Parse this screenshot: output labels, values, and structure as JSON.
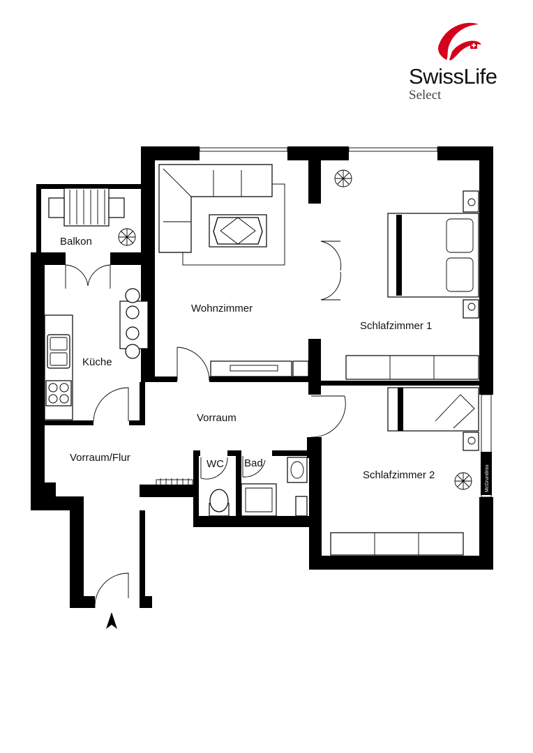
{
  "brand": {
    "name": "SwissLife",
    "sub": "Select",
    "accent_color": "#d5001c"
  },
  "rooms": {
    "balkon": "Balkon",
    "kueche": "Küche",
    "wohnzimmer": "Wohnzimmer",
    "schlafzimmer1": "Schlafzimmer 1",
    "vorraum": "Vorraum",
    "vorraum_flur": "Vorraum/Flur",
    "wc": "WC",
    "bad": "Bad",
    "schlafzimmer2": "Schlafzimmer 2"
  },
  "credit": "McGrundriss",
  "icons": {
    "entrance": "north-arrow-icon",
    "plants": "plant-icon"
  }
}
